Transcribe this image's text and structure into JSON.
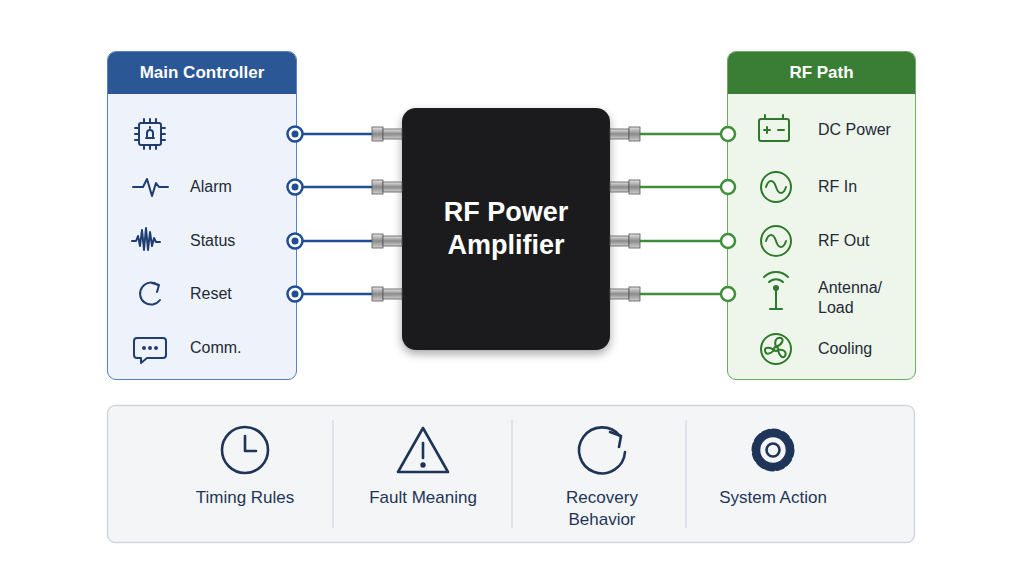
{
  "diagram": {
    "nodes": [
      {
        "text": [
          "Main Controller"
        ]
      },
      {
        "text": [
          "RF Power Amplifier"
        ]
      },
      {
        "text": [
          "RF Path"
        ]
      }
    ],
    "edges": [
      {
        "from": 0,
        "to": 1,
        "arrow": "none"
      },
      {
        "from": 0,
        "to": 1,
        "arrow": "none"
      },
      {
        "from": 0,
        "to": 1,
        "arrow": "none"
      },
      {
        "from": 0,
        "to": 1,
        "arrow": "none"
      },
      {
        "from": 1,
        "to": 2,
        "arrow": "none"
      },
      {
        "from": 1,
        "to": 2,
        "arrow": "none"
      },
      {
        "from": 1,
        "to": 2,
        "arrow": "none"
      },
      {
        "from": 1,
        "to": 2,
        "arrow": "none"
      }
    ],
    "labels": [
      "Alarm",
      "Status",
      "Reset",
      "Comm.",
      "DC Power",
      "RF In",
      "RF Out",
      "Antenna/ Load",
      "Cooling",
      "Timing Rules",
      "Fault Meaning",
      "Recovery Behavior",
      "System Action"
    ]
  }
}
